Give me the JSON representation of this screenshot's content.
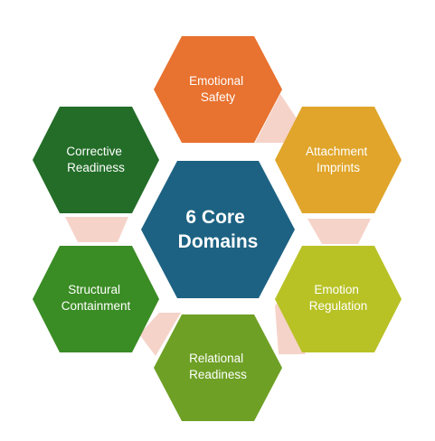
{
  "center": {
    "line1": "6 Core",
    "line2": "Domains",
    "color": "#1d6283"
  },
  "domains": [
    {
      "line1": "Emotional",
      "line2": "Safety",
      "color": "#e8722f"
    },
    {
      "line1": "Attachment",
      "line2": "Imprints",
      "color": "#e0a52a"
    },
    {
      "line1": "Emotion",
      "line2": "Regulation",
      "color": "#b8c225"
    },
    {
      "line1": "Relational",
      "line2": "Readiness",
      "color": "#6ea025"
    },
    {
      "line1": "Structural",
      "line2": "Containment",
      "color": "#3a8c24"
    },
    {
      "line1": "Corrective",
      "line2": "Readiness",
      "color": "#236d28"
    }
  ],
  "connector_color": "#f6d3c9"
}
